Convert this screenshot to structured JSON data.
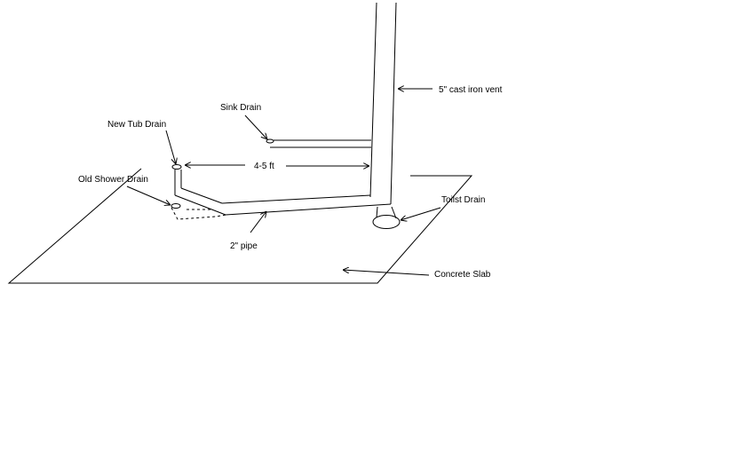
{
  "labels": {
    "vent": "5\" cast iron vent",
    "sink_drain": "Sink Drain",
    "new_tub_drain": "New Tub Drain",
    "distance": "4-5 ft",
    "old_shower_drain": "Old Shower Drain",
    "toilet_drain": "Toilst Drain",
    "pipe": "2\" pipe",
    "slab": "Concrete Slab"
  },
  "colors": {
    "line": "#000000",
    "background": "#ffffff"
  }
}
